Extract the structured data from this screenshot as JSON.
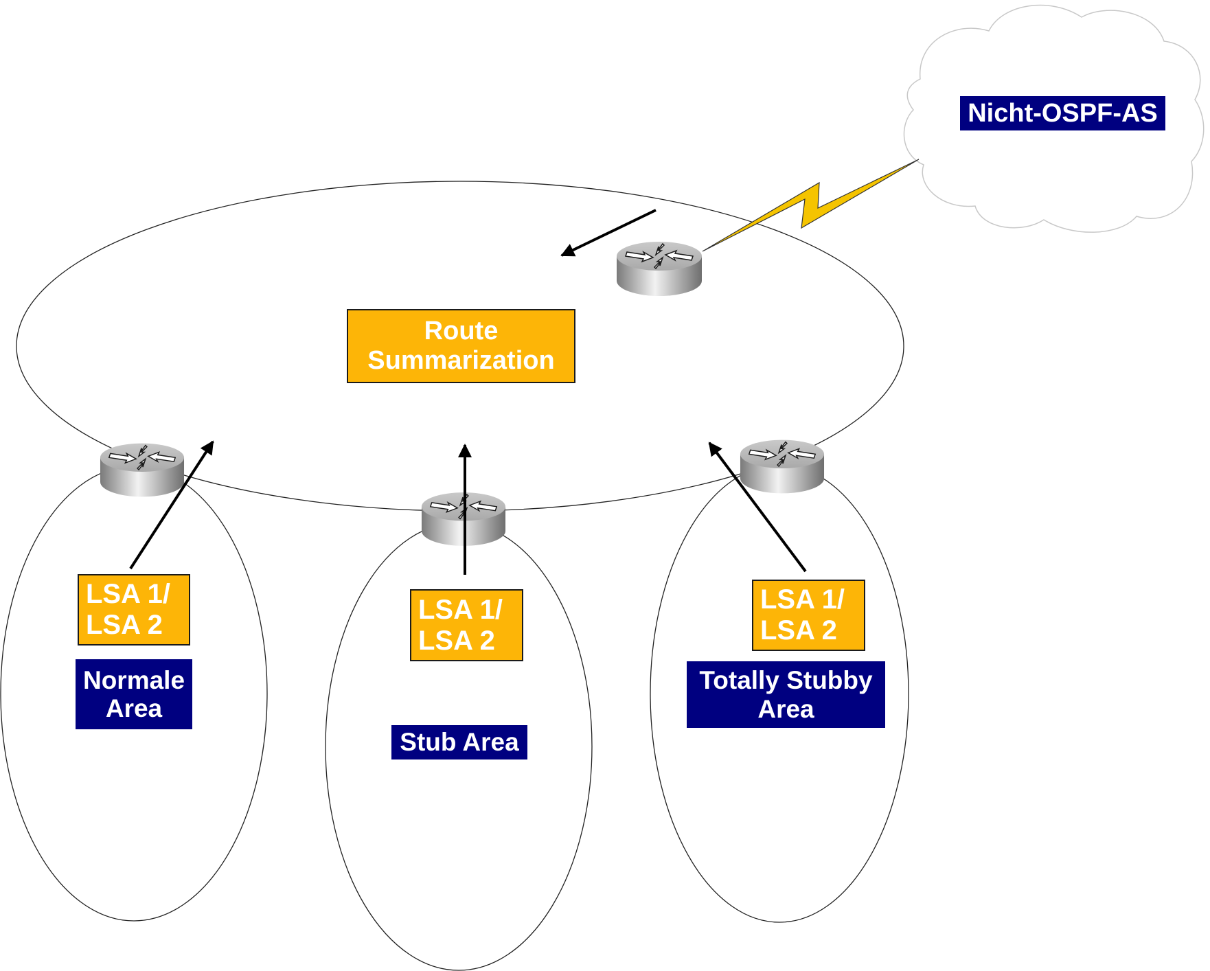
{
  "diagram": {
    "title": "OSPF areas with route summarization",
    "colors": {
      "summary_box": "#FDB507",
      "area_label": "#000080",
      "label_text": "#FFFFFF",
      "serial_link": "#F5C400",
      "outline": "#000000",
      "cloud_outline": "#C8C8C8"
    },
    "external_as": {
      "label": "Nicht-OSPF-AS",
      "icon": "cloud-icon"
    },
    "backbone": {
      "summary_label_line1": "Route",
      "summary_label_line2": "Summarization"
    },
    "areas": [
      {
        "id": "normal",
        "name_line1": "Normale",
        "name_line2": "Area",
        "lsa_line1": "LSA 1/",
        "lsa_line2": "LSA 2"
      },
      {
        "id": "stub",
        "name_line1": "Stub Area",
        "name_line2": "",
        "lsa_line1": "LSA 1/",
        "lsa_line2": "LSA 2"
      },
      {
        "id": "totally-stubby",
        "name_line1": "Totally Stubby",
        "name_line2": "Area",
        "lsa_line1": "LSA 1/",
        "lsa_line2": "LSA 2"
      }
    ],
    "routers": [
      {
        "role": "ASBR",
        "icon": "router-icon"
      },
      {
        "role": "ABR normal area",
        "icon": "router-icon"
      },
      {
        "role": "ABR stub area",
        "icon": "router-icon"
      },
      {
        "role": "ABR totally stubby area",
        "icon": "router-icon"
      }
    ],
    "links": [
      {
        "type": "serial",
        "icon": "lightning-bolt-icon",
        "from": "ASBR",
        "to": "Nicht-OSPF-AS"
      }
    ],
    "flows": [
      {
        "from": "ASBR",
        "to": "backbone",
        "icon": "arrow-icon"
      },
      {
        "from": "normal",
        "to": "backbone",
        "icon": "arrow-icon"
      },
      {
        "from": "stub",
        "to": "backbone",
        "icon": "arrow-icon"
      },
      {
        "from": "totally-stubby",
        "to": "backbone",
        "icon": "arrow-icon"
      }
    ]
  }
}
